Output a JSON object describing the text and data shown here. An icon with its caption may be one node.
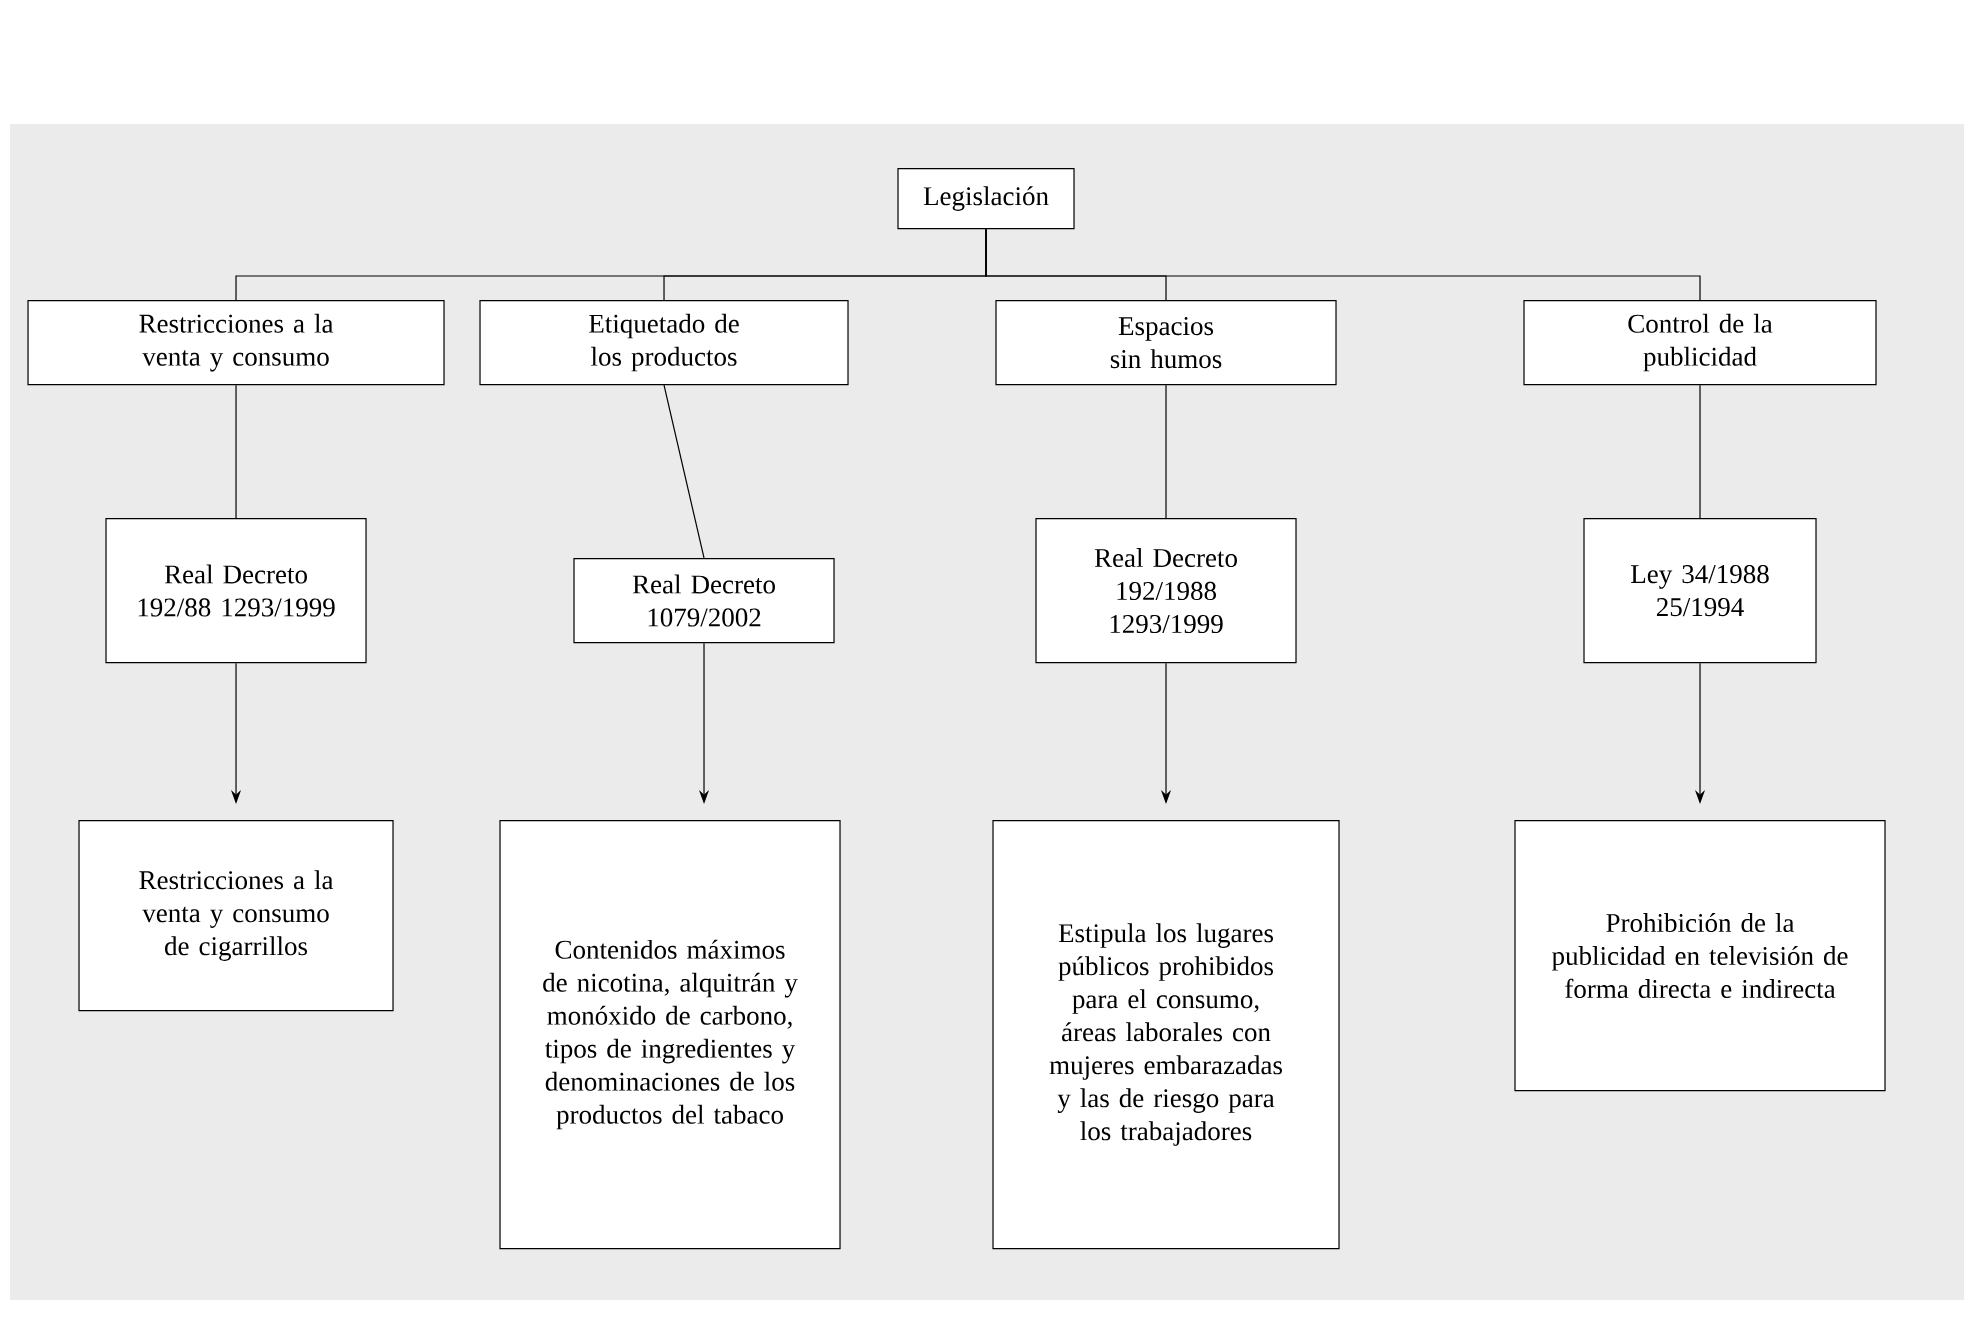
{
  "diagram": {
    "nodes": [
      {
        "text": [
          "Legislación"
        ]
      },
      {
        "text": [
          "Restricciones a la venta y consumo"
        ]
      },
      {
        "text": [
          "Etiquetado de los productos"
        ]
      },
      {
        "text": [
          "Espacios sin humos"
        ]
      },
      {
        "text": [
          "Control de la publicidad"
        ]
      },
      {
        "text": [
          "Real Decreto 192/88 1293/1999"
        ]
      },
      {
        "text": [
          "Real Decreto 1079/2002"
        ]
      },
      {
        "text": [
          "Real Decreto 192/1988 1293/1999"
        ]
      },
      {
        "text": [
          "Ley 34/1988 25/1994"
        ]
      },
      {
        "text": [
          "Restricciones a la venta y consumo de cigarrillos"
        ]
      },
      {
        "text": [
          "Contenidos máximos de nicotina, alquitrán y monóxido de carbono, tipos de ingredientes y denominaciones de los productos del tabaco"
        ]
      },
      {
        "text": [
          "Estipula los lugares públicos prohibidos para el consumo, áreas laborales con mujeres embarazadas y las de riesgo para los trabajadores"
        ]
      },
      {
        "text": [
          "Prohibición de la publicidad en televisión de forma directa e indirecta"
        ]
      }
    ],
    "edges": [
      {
        "from": 0,
        "to": 1,
        "arrow": "none"
      },
      {
        "from": 0,
        "to": 2,
        "arrow": "none"
      },
      {
        "from": 0,
        "to": 3,
        "arrow": "none"
      },
      {
        "from": 0,
        "to": 4,
        "arrow": "none"
      },
      {
        "from": 1,
        "to": 5,
        "arrow": "none"
      },
      {
        "from": 2,
        "to": 6,
        "arrow": "none"
      },
      {
        "from": 3,
        "to": 7,
        "arrow": "none"
      },
      {
        "from": 4,
        "to": 8,
        "arrow": "none"
      },
      {
        "from": 5,
        "to": 9,
        "arrow": "to"
      },
      {
        "from": 6,
        "to": 10,
        "arrow": "to"
      },
      {
        "from": 7,
        "to": 11,
        "arrow": "to"
      },
      {
        "from": 8,
        "to": 12,
        "arrow": "to"
      }
    ]
  }
}
